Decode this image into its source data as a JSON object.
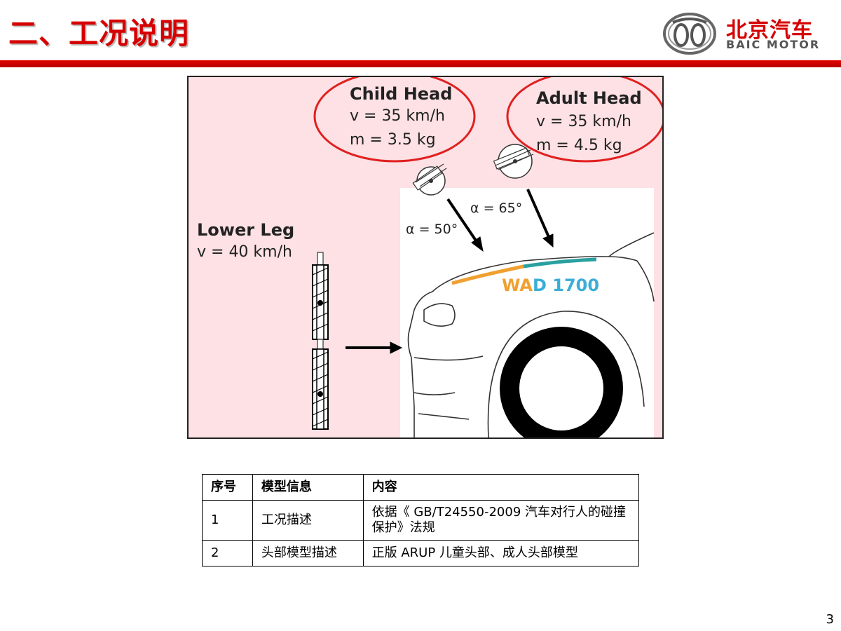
{
  "slide": {
    "title": "二、工况说明",
    "page_number": "3"
  },
  "logo": {
    "name_cn": "北京汽车",
    "name_en": "BAIC MOTOR"
  },
  "figure": {
    "child_head": {
      "title": "Child Head",
      "velocity": "v   = 35 km/h",
      "mass": "m  = 3.5 kg"
    },
    "adult_head": {
      "title": "Adult Head",
      "velocity": "v   = 35 km/h",
      "mass": "m  = 4.5 kg"
    },
    "lower_leg": {
      "title": "Lower Leg",
      "velocity": "v   = 40 km/h"
    },
    "angle_child": "α = 50°",
    "angle_adult": "α = 65°",
    "wad": {
      "part1": "WA",
      "part2": "D 1700"
    },
    "colors": {
      "background": "#fde1e4",
      "circle": "#e02020",
      "wad_child_zone": "#f0a030",
      "wad_adult_zone": "#2aa0a0"
    }
  },
  "table": {
    "headers": [
      "序号",
      "模型信息",
      "内容"
    ],
    "rows": [
      [
        "1",
        "工况描述",
        "依据《 GB/T24550-2009 汽车对行人的碰撞保护》法规"
      ],
      [
        "2",
        "头部模型描述",
        "正版 ARUP 儿童头部、成人头部模型"
      ]
    ]
  }
}
